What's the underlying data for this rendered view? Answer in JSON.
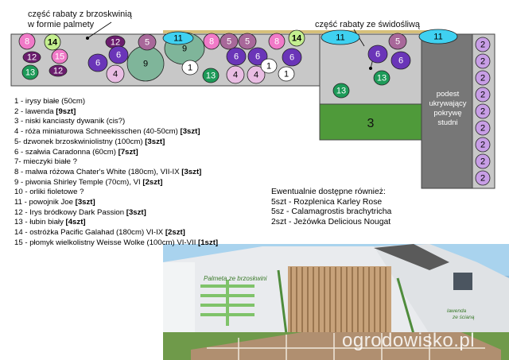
{
  "labels": {
    "peach_bed": "część rabaty z brzoskwinią",
    "peach_bed_2": "w formie palmety",
    "pergola_bed": "część rabaty ze świdośliwą",
    "podest": [
      "podest",
      "ukrywający",
      "pokrywę",
      "studni"
    ],
    "lawn_number": "3"
  },
  "legend": [
    {
      "text": "1 - irysy białe (50cm)",
      "qty": ""
    },
    {
      "text": "2 - lawenda ",
      "qty": "[9szt]"
    },
    {
      "text": "3 - niski kanciasty dywanik (cis?)",
      "qty": ""
    },
    {
      "text": "4 - róża miniaturowa Schneekisschen (40-50cm) ",
      "qty": "[3szt]"
    },
    {
      "text": "5-  dzwonek brzoskwiniolistny (100cm) ",
      "qty": "[3szt]"
    },
    {
      "text": "6 - szałwia Caradonna (60cm) ",
      "qty": "[7szt]"
    },
    {
      "text": "7-  mieczyki białe ?",
      "qty": ""
    },
    {
      "text": "8 - malwa różowa Chater's White (180cm), VII-IX ",
      "qty": "[3szt]"
    },
    {
      "text": "9 - piwonia Shirley Temple (70cm), VI ",
      "qty": "[2szt]"
    },
    {
      "text": "10 - orliki fioletowe ?",
      "qty": ""
    },
    {
      "text": "11 - powojnik Joe ",
      "qty": "[3szt]"
    },
    {
      "text": "12 - Irys bródkowy Dark Passion ",
      "qty": "[3szt]"
    },
    {
      "text": "13 - łubin biały ",
      "qty": "[4szt]"
    },
    {
      "text": "14 - ostróżka Pacific Galahad (180cm) VI-IX ",
      "qty": "[2szt]"
    },
    {
      "text": "15 - płomyk wielkolistny Weisse Wolke (100cm) VI-VII ",
      "qty": "[1szt]"
    }
  ],
  "extra": {
    "title": "Ewentualnie dostępne również:",
    "items": [
      "5szt - Rozplenica Karley Rose",
      "5sz - Calamagrostis brachytricha",
      "2szt - Jeżówka Delicious Nougat"
    ]
  },
  "photo": {
    "wall_text": "Palmeta ze brzoskwini",
    "wall_text_2": "lawenda",
    "wall_text_3": "ze ścianą",
    "watermark": "ogrodowisko.pl"
  },
  "colors": {
    "bed_gray": "#c8c8c8",
    "dark_gray": "#777777",
    "lawn_green": "#4f9a3a",
    "lavender": "#c89ee6",
    "purple": "#6a35b8",
    "pink": "#f07ac8",
    "mauve": "#a8689a",
    "sage": "#7fb59a",
    "cyan": "#3fd1f1",
    "green": "#1d9a58",
    "dark_purple": "#6b1d6e",
    "light_pink": "#e9bde3",
    "light_green": "#c4ef8f"
  }
}
